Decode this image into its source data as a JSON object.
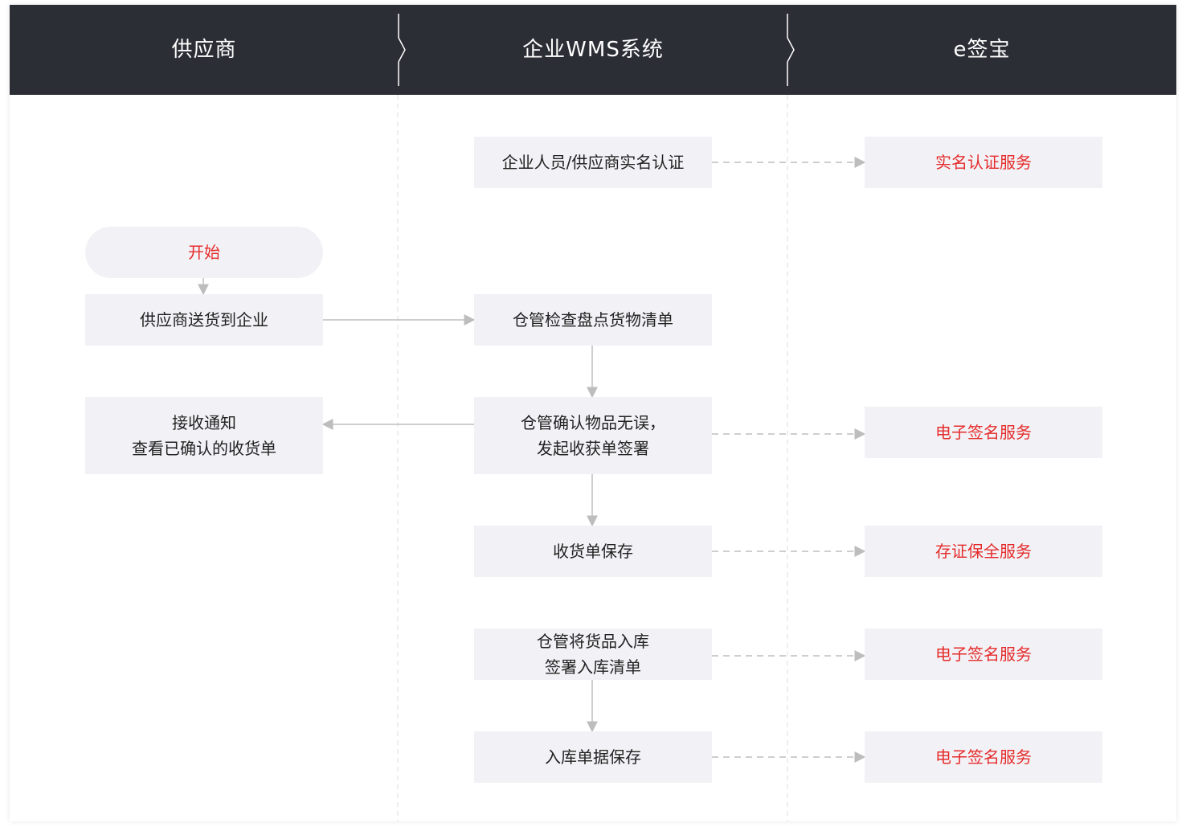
{
  "lanes": [
    {
      "title": "供应商"
    },
    {
      "title": "企业WMS系统"
    },
    {
      "title": "e签宝"
    }
  ],
  "nodes": {
    "start": "开始",
    "supplier_deliver": "供应商送货到企业",
    "receive_notice": "接收通知\n查看已确认的收货单",
    "realname_auth": "企业人员/供应商实名认证",
    "check_inventory": "仓管检查盘点货物清单",
    "confirm_items": "仓管确认物品无误，\n发起收获单签署",
    "save_receipt": "收货单保存",
    "warehouse_sign": "仓管将货品入库\n签署入库清单",
    "save_warehouse_doc": "入库单据保存",
    "realname_service": "实名认证服务",
    "esign_service_1": "电子签名服务",
    "evidence_service": "存证保全服务",
    "esign_service_2": "电子签名服务",
    "esign_service_3": "电子签名服务"
  },
  "colors": {
    "header_bg": "#2c2e36",
    "box_bg": "#f2f2f6",
    "accent_red": "#e52c2c",
    "arrow_gray": "#b8b8b8"
  }
}
